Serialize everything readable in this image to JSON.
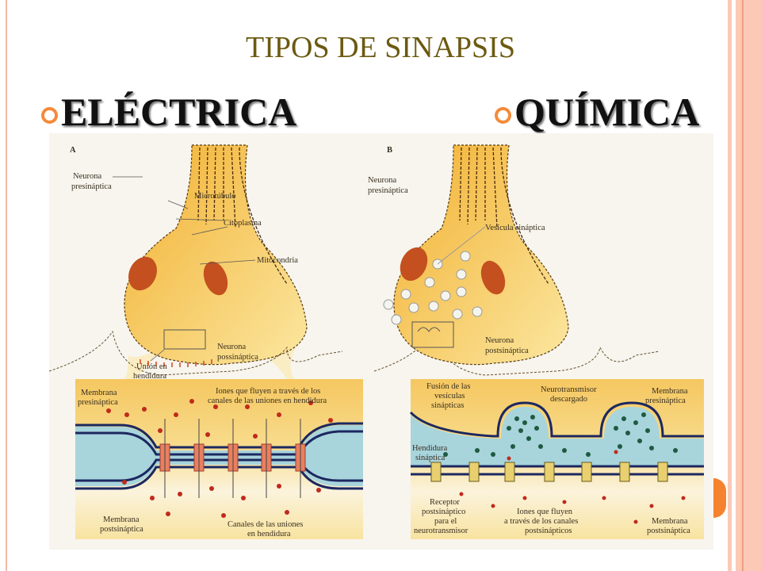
{
  "slide": {
    "title": "TIPOS  DE  SINAPSIS",
    "bullets": [
      {
        "label": "ELÉCTRICA"
      },
      {
        "label": "QUÍMICA"
      }
    ]
  },
  "figure": {
    "panel_a": {
      "letter": "A",
      "labels": {
        "presynaptic_1": "Neurona",
        "presynaptic_2": "presináptica",
        "microtubule": "Microtúbulo",
        "cytoplasm": "Citoplasma",
        "mitochondria": "Mitocondria",
        "postsynaptic_1": "Neurona",
        "postsynaptic_2": "possináptica",
        "gap_1": "Unión en",
        "gap_2": "hendidura",
        "pre_membrane_1": "Membrana",
        "pre_membrane_2": "presináptica",
        "ions_1": "Iones que fluyen a través de los",
        "ions_2": "canales de las uniones en hendidura",
        "post_membrane_1": "Membrana",
        "post_membrane_2": "postsináptica",
        "channels_1": "Canales de las uniones",
        "channels_2": "en hendidura"
      }
    },
    "panel_b": {
      "letter": "B",
      "labels": {
        "presynaptic_1": "Neurona",
        "presynaptic_2": "presináptica",
        "vesicle": "Vesícula sináptica",
        "postsynaptic_1": "Neurona",
        "postsynaptic_2": "postsináptica",
        "fusion_1": "Fusión de las",
        "fusion_2": "vesículas",
        "fusion_3": "sinápticas",
        "nt_1": "Neurotransmisor",
        "nt_2": "descargado",
        "pre_membrane_1": "Membrana",
        "pre_membrane_2": "presináptica",
        "cleft_1": "Hendidura",
        "cleft_2": "sináptica",
        "receptor_1": "Receptor",
        "receptor_2": "postsináptico",
        "receptor_3": "para el",
        "receptor_4": "neurotransmisor",
        "ions_1": "Iones que fluyen",
        "ions_2": "a través de los canales",
        "ions_3": "postsinápticos",
        "post_membrane_1": "Membrana",
        "post_membrane_2": "postsináptica"
      }
    }
  },
  "colors": {
    "accent": "#f5822f",
    "title": "#6b5a10",
    "stripe": "#fbc9b6"
  }
}
